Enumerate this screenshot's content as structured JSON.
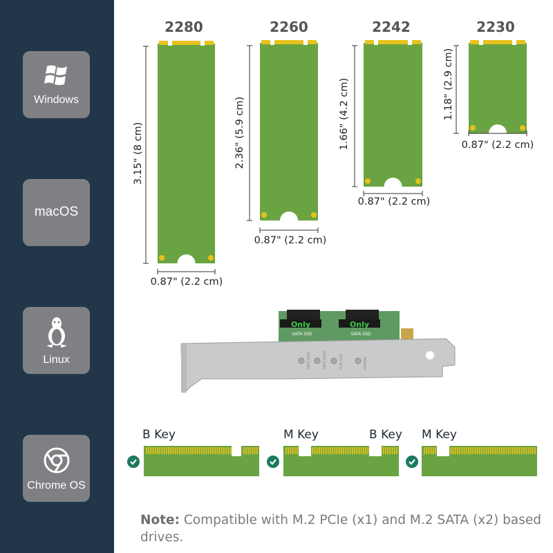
{
  "sidebar": {
    "os": [
      {
        "label": "Windows",
        "icon": "windows-logo-icon"
      },
      {
        "label": "macOS",
        "icon": ""
      },
      {
        "label": "Linux",
        "icon": "linux-tux-icon"
      },
      {
        "label": "Chrome OS",
        "icon": "chrome-logo-icon"
      }
    ]
  },
  "form_factors": [
    {
      "name": "2280",
      "length": "3.15\" (8 cm)",
      "width": "0.87\" (2.2 cm)"
    },
    {
      "name": "2260",
      "length": "2.36\" (5.9 cm)",
      "width": "0.87\" (2.2 cm)"
    },
    {
      "name": "2242",
      "length": "1.66\" (4.2 cm)",
      "width": "0.87\" (2.2 cm)"
    },
    {
      "name": "2230",
      "length": "1.18\" (2.9 cm)",
      "width": "0.87\" (2.2 cm)"
    }
  ],
  "product_photo": {
    "lettering": [
      "Only",
      "Only",
      "SATA SSD",
      "SATA SSD",
      "SATA SSD1",
      "SATA SSD2",
      "PCIE SSD",
      "POWER"
    ]
  },
  "keys": [
    {
      "labels": [
        "B Key"
      ],
      "check": "check-circle-icon"
    },
    {
      "labels": [
        "M Key",
        "B Key"
      ],
      "check": "check-circle-icon"
    },
    {
      "labels": [
        "M Key"
      ],
      "check": "check-circle-icon"
    }
  ],
  "note": {
    "bold": "Note:",
    "text": " Compatible with M.2 PCIe (x1) and M.2 SATA (x2) based drives."
  },
  "colors": {
    "sidebar": "#22364a",
    "tile": "#7f8083",
    "pcb": "#6aa442",
    "contacts": "#e8c21c",
    "check": "#1b7a5f"
  }
}
